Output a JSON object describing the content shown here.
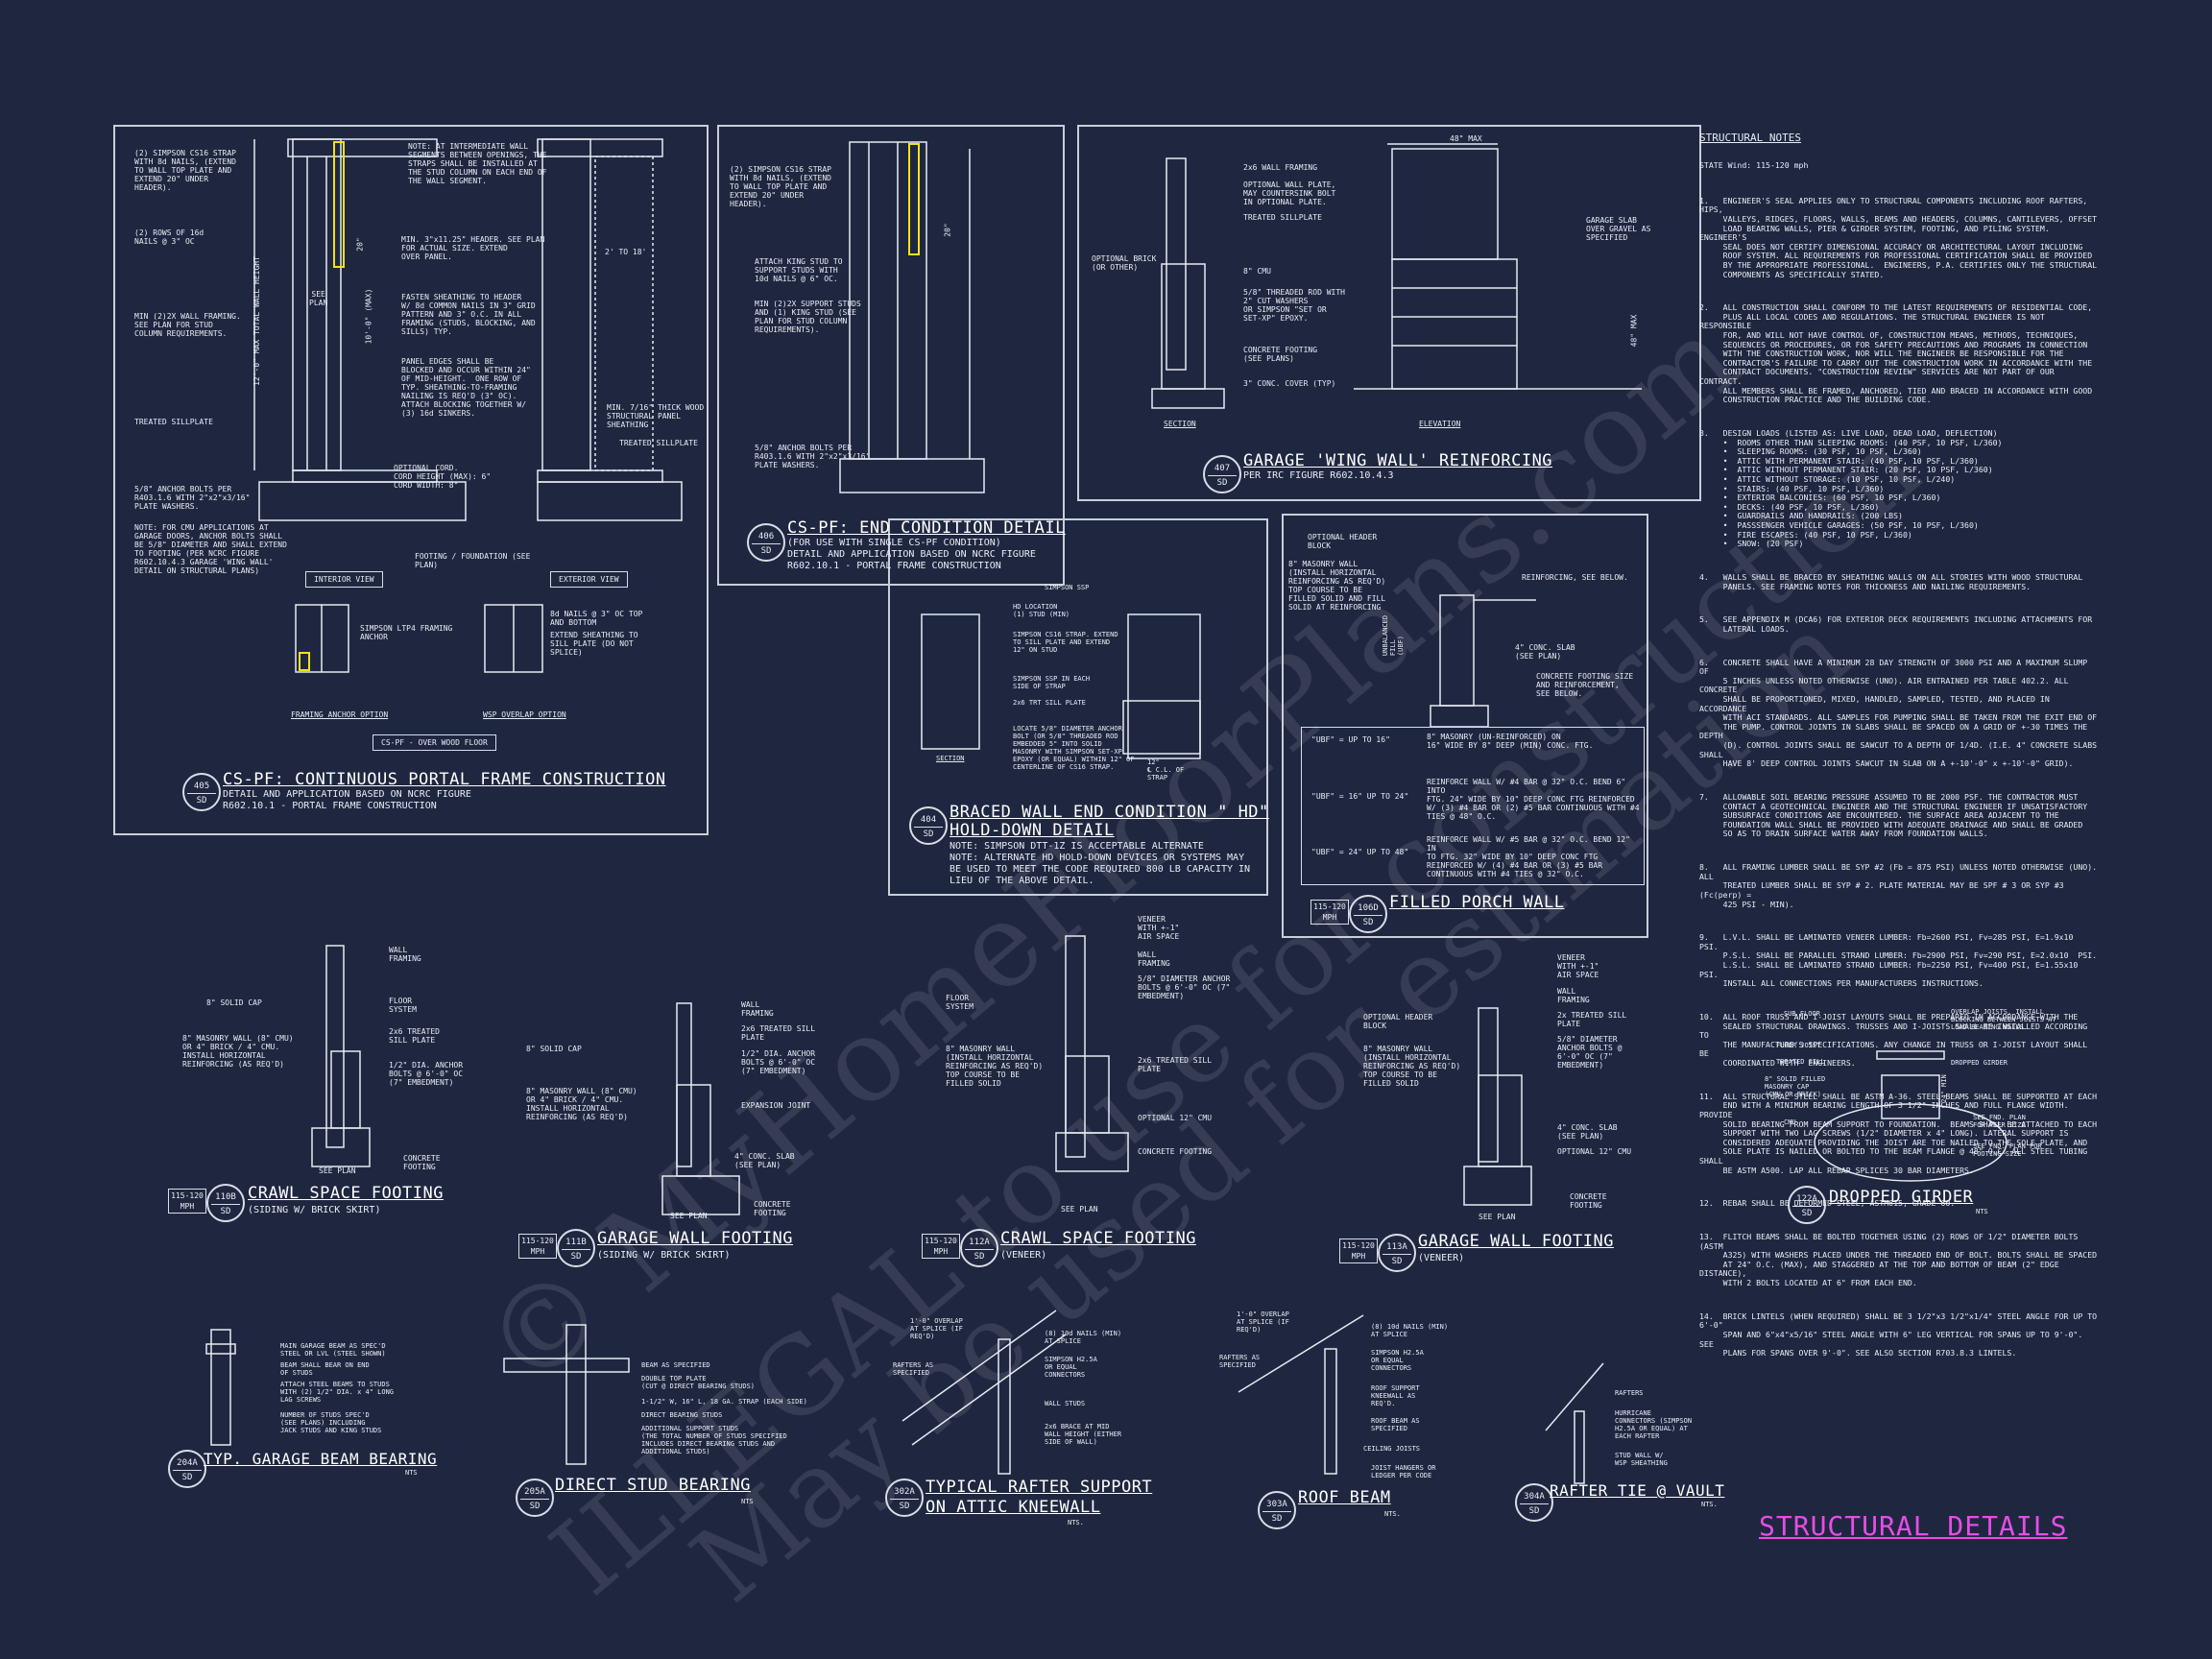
{
  "watermark": [
    "© MyHomeFloorPlans.com",
    "ILLEGAL to use for construction",
    "May be used for estimation"
  ],
  "sheet_title": "STRUCTURAL DETAILS",
  "notes": {
    "heading": "STRUCTURAL NOTES",
    "state": "STATE Wind: 115-120 mph",
    "items": [
      "1.   ENGINEER'S SEAL APPLIES ONLY TO STRUCTURAL COMPONENTS INCLUDING ROOF RAFTERS, HIPS,\n     VALLEYS, RIDGES, FLOORS, WALLS, BEAMS AND HEADERS, COLUMNS, CANTILEVERS, OFFSET\n     LOAD BEARING WALLS, PIER & GIRDER SYSTEM, FOOTING, AND PILING SYSTEM.  ENGINEER'S\n     SEAL DOES NOT CERTIFY DIMENSIONAL ACCURACY OR ARCHITECTURAL LAYOUT INCLUDING\n     ROOF SYSTEM. ALL REQUIREMENTS FOR PROFESSIONAL CERTIFICATION SHALL BE PROVIDED\n     BY THE APPROPRIATE PROFESSIONAL.  ENGINEERS, P.A. CERTIFIES ONLY THE STRUCTURAL\n     COMPONENTS AS SPECIFICALLY STATED.",
      "2.   ALL CONSTRUCTION SHALL CONFORM TO THE LATEST REQUIREMENTS OF RESIDENTIAL CODE,\n     PLUS ALL LOCAL CODES AND REGULATIONS. THE STRUCTURAL ENGINEER IS NOT RESPONSIBLE\n     FOR, AND WILL NOT HAVE CONTROL OF, CONSTRUCTION MEANS, METHODS, TECHNIQUES,\n     SEQUENCES OR PROCEDURES, OR FOR SAFETY PRECAUTIONS AND PROGRAMS IN CONNECTION\n     WITH THE CONSTRUCTION WORK, NOR WILL THE ENGINEER BE RESPONSIBLE FOR THE\n     CONTRACTOR'S FAILURE TO CARRY OUT THE CONSTRUCTION WORK IN ACCORDANCE WITH THE\n     CONTRACT DOCUMENTS. \"CONSTRUCTION REVIEW\" SERVICES ARE NOT PART OF OUR CONTRACT.\n     ALL MEMBERS SHALL BE FRAMED, ANCHORED, TIED AND BRACED IN ACCORDANCE WITH GOOD\n     CONSTRUCTION PRACTICE AND THE BUILDING CODE.",
      "3.   DESIGN LOADS (LISTED AS: LIVE LOAD, DEAD LOAD, DEFLECTION)\n     •  ROOMS OTHER THAN SLEEPING ROOMS: (40 PSF, 10 PSF, L/360)\n     •  SLEEPING ROOMS: (30 PSF, 10 PSF, L/360)\n     •  ATTIC WITH PERMANENT STAIR: (40 PSF, 10 PSF, L/360)\n     •  ATTIC WITHOUT PERMANENT STAIR: (20 PSF, 10 PSF, L/360)\n     •  ATTIC WITHOUT STORAGE: (10 PSF, 10 PSF, L/240)\n     •  STAIRS: (40 PSF, 10 PSF, L/360)\n     •  EXTERIOR BALCONIES: (60 PSF, 10 PSF, L/360)\n     •  DECKS: (40 PSF, 10 PSF, L/360)\n     •  GUARDRAILS AND HANDRAILS: (200 LBS)\n     •  PASSSENGER VEHICLE GARAGES: (50 PSF, 10 PSF, L/360)\n     •  FIRE ESCAPES: (40 PSF, 10 PSF, L/360)\n     •  SNOW: (20 PSF)",
      "4.   WALLS SHALL BE BRACED BY SHEATHING WALLS ON ALL STORIES WITH WOOD STRUCTURAL\n     PANELS. SEE FRAMING NOTES FOR THICKNESS AND NAILING REQUIREMENTS.",
      "5.   SEE APPENDIX M (DCA6) FOR EXTERIOR DECK REQUIREMENTS INCLUDING ATTACHMENTS FOR\n     LATERAL LOADS.",
      "6.   CONCRETE SHALL HAVE A MINIMUM 28 DAY STRENGTH OF 3000 PSI AND A MAXIMUM SLUMP OF\n     5 INCHES UNLESS NOTED OTHERWISE (UNO). AIR ENTRAINED PER TABLE 402.2. ALL CONCRETE\n     SHALL BE PROPORTIONED, MIXED, HANDLED, SAMPLED, TESTED, AND PLACED IN ACCORDANCE\n     WITH ACI STANDARDS. ALL SAMPLES FOR PUMPING SHALL BE TAKEN FROM THE EXIT END OF\n     THE PUMP. CONTROL JOINTS IN SLABS SHALL BE SPACED ON A GRID OF +-30 TIMES THE DEPTH\n     (D). CONTROL JOINTS SHALL BE SAWCUT TO A DEPTH OF 1/4D. (I.E. 4\" CONCRETE SLABS SHALL\n     HAVE 8' DEEP CONTROL JOINTS SAWCUT IN SLAB ON A +-10'-0\" x +-10'-0\" GRID).",
      "7.   ALLOWABLE SOIL BEARING PRESSURE ASSUMED TO BE 2000 PSF. THE CONTRACTOR MUST\n     CONTACT A GEOTECHNICAL ENGINEER AND THE STRUCTURAL ENGINEER IF UNSATISFACTORY\n     SUBSURFACE CONDITIONS ARE ENCOUNTERED. THE SURFACE AREA ADJACENT TO THE\n     FOUNDATION WALL SHALL BE PROVIDED WITH ADEQUATE DRAINAGE AND SHALL BE GRADED\n     SO AS TO DRAIN SURFACE WATER AWAY FROM FOUNDATION WALLS.",
      "8.   ALL FRAMING LUMBER SHALL BE SYP #2 (Fb = 875 PSI) UNLESS NOTED OTHERWISE (UNO). ALL\n     TREATED LUMBER SHALL BE SYP # 2. PLATE MATERIAL MAY BE SPF # 3 OR SYP #3 (Fc(perp) =\n     425 PSI - MIN).",
      "9.   L.V.L. SHALL BE LAMINATED VENEER LUMBER: Fb=2600 PSI, Fv=285 PSI, E=1.9x10  PSI.\n     P.S.L. SHALL BE PARALLEL STRAND LUMBER: Fb=2900 PSI, Fv=290 PSI, E=2.0x10  PSI.\n     L.S.L. SHALL BE LAMINATED STRAND LUMBER: Fb=2250 PSI, Fv=400 PSI, E=1.55x10  PSI.\n     INSTALL ALL CONNECTIONS PER MANUFACTURERS INSTRUCTIONS.",
      "10.  ALL ROOF TRUSS AND I-JOIST LAYOUTS SHALL BE PREPARED IN ACCORDANCE WITH THE\n     SEALED STRUCTURAL DRAWINGS. TRUSSES AND I-JOISTS SHALL BE INSTALLED ACCORDING TO\n     THE MANUFACTURE'S SPECIFICATIONS. ANY CHANGE IN TRUSS OR I-JOIST LAYOUT SHALL BE\n     COORDINATED WITH  ENGINEERS.",
      "11.  ALL STRUCTURAL STEEL SHALL BE ASTM A-36. STEEL BEAMS SHALL BE SUPPORTED AT EACH\n     END WITH A MINIMUM BEARING LENGTH OF 3 1/2\" INCHES AND FULL FLANGE WIDTH. PROVIDE\n     SOLID BEARING FROM BEAM SUPPORT TO FOUNDATION.  BEAMS SHALL BE ATTACHED TO EACH\n     SUPPORT WITH TWO LAG SCREWS (1/2\" DIAMETER x 4\" LONG). LATERAL SUPPORT IS\n     CONSIDERED ADEQUATE PROVIDING THE JOIST ARE TOE NAILED TO THE SOLE PLATE, AND\n     SOLE PLATE IS NAILED OR BOLTED TO THE BEAM FLANGE @ 48\" O.C. ALL STEEL TUBING SHALL\n     BE ASTM A500. LAP ALL REBAR SPLICES 30 BAR DIAMETERS.",
      "12.  REBAR SHALL BE DEFORMED STEEL, ASTM615, GRADE 60.",
      "13.  FLITCH BEAMS SHALL BE BOLTED TOGETHER USING (2) ROWS OF 1/2\" DIAMETER BOLTS (ASTM\n     A325) WITH WASHERS PLACED UNDER THE THREADED END OF BOLT. BOLTS SHALL BE SPACED\n     AT 24\" O.C. (MAX), AND STAGGERED AT THE TOP AND BOTTOM OF BEAM (2\" EDGE DISTANCE),\n     WITH 2 BOLTS LOCATED AT 6\" FROM EACH END.",
      "14.  BRICK LINTELS (WHEN REQUIRED) SHALL BE 3 1/2\"x3 1/2\"x1/4\" STEEL ANGLE FOR UP TO 6'-0\"\n     SPAN AND 6\"x4\"x5/16\" STEEL ANGLE WITH 6\" LEG VERTICAL FOR SPANS UP TO 9'-0\". SEE\n     PLANS FOR SPANS OVER 9'-0\". SEE ALSO SECTION R703.8.3 LINTELS."
    ]
  },
  "details": {
    "d405": {
      "tag_top": "405",
      "tag_bot": "SD",
      "title": "CS-PF: CONTINUOUS PORTAL FRAME CONSTRUCTION",
      "sub": "DETAIL AND APPLICATION BASED ON NCRC FIGURE\nR602.10.1 - PORTAL FRAME CONSTRUCTION",
      "labels": {
        "strap": "(2) SIMPSON CS16 STRAP\nWITH 8d NAILS, (EXTEND\nTO WALL TOP PLATE AND\nEXTEND 20\" UNDER\nHEADER).",
        "rows": "(2) ROWS OF 16d\nNAILS @ 3\" OC",
        "min2x": "MIN (2)2X WALL FRAMING.\nSEE PLAN FOR STUD\nCOLUMN REQUIREMENTS.",
        "treated": "TREATED SILLPLATE",
        "note_cmu": "NOTE: FOR CMU APPLICATIONS AT\nGARAGE DOORS, ANCHOR BOLTS SHALL\nBE 5/8\" DIAMETER AND SHALL EXTEND\nTO FOOTING (PER NCRC FIGURE\nR602.10.4.3 GARAGE 'WING WALL'\nDETAIL ON STRUCTURAL PLANS)",
        "anchor": "5/8\" ANCHOR BOLTS PER\nR403.1.6 WITH 2\"x2\"x3/16\"\nPLATE WASHERS.",
        "note_int": "NOTE: AT INTERMEDIATE WALL\nSEGMENTS BETWEEN OPENINGS, THE\nSTRAPS SHALL BE INSTALLED AT\nTHE STUD COLUMN ON EACH END OF\nTHE WALL SEGMENT.",
        "header": "MIN. 3\"x11.25\" HEADER. SEE PLAN\nFOR ACTUAL SIZE. EXTEND\nOVER PANEL.",
        "fasten": "FASTEN SHEATHING TO HEADER\nW/ 8d COMMON NAILS IN 3\" GRID\nPATTERN AND 3\" O.C. IN ALL\nFRAMING (STUDS, BLOCKING, AND\nSILLS) TYP.",
        "panel": "PANEL EDGES SHALL BE\nBLOCKED AND OCCUR WITHIN 24\"\nOF MID-HEIGHT.  ONE ROW OF\nTYP. SHEATHING-TO-FRAMING\nNAILING IS REQ'D (3\" OC).\nATTACH BLOCKING TOGETHER W/\n(3) 16d SINKERS.",
        "min716": "MIN. 7/16\" THICK WOOD\nSTRUCTURAL PANEL\nSHEATHING",
        "treated2": "TREATED SILLPLATE",
        "cord": "OPTIONAL CORD.\nCORD HEIGHT (MAX): 6\"\nCORD WIDTH: 8\"",
        "footing": "FOOTING / FOUNDATION (SEE\nPLAN)",
        "twoto18": "2' TO 18'",
        "see_plan": "SEE\nPLAN",
        "height": "12'-0\" MAX TOTAL WALL HEIGHT",
        "tenmax": "10'-0\" (MAX)",
        "twenty": "20\"",
        "interior": "INTERIOR VIEW",
        "exterior": "EXTERIOR VIEW",
        "ltp4": "SIMPSON LTP4 FRAMING\nANCHOR",
        "nails8d": "8d NAILS @ 3\" OC TOP\nAND BOTTOM",
        "extend": "EXTEND SHEATHING TO\nSILL PLATE (DO NOT\nSPLICE)",
        "fao": "FRAMING ANCHOR OPTION",
        "wsp": "WSP OVERLAP OPTION",
        "over": "CS-PF - OVER WOOD FLOOR"
      }
    },
    "d406": {
      "tag_top": "406",
      "tag_bot": "SD",
      "title": "CS-PF: END CONDITION DETAIL",
      "sub": "(FOR USE WITH SINGLE CS-PF CONDITION)\nDETAIL AND APPLICATION BASED ON NCRC FIGURE\nR602.10.1 - PORTAL FRAME CONSTRUCTION",
      "labels": {
        "strap": "(2) SIMPSON CS16 STRAP\nWITH 8d NAILS, (EXTEND\nTO WALL TOP PLATE AND\nEXTEND 20\" UNDER\nHEADER).",
        "attach": "ATTACH KING STUD TO\nSUPPORT STUDS WITH\n10d NAILS @ 6\" OC.",
        "min2x": "MIN (2)2X SUPPORT STUDS\nAND (1) KING STUD (SEE\nPLAN FOR STUD COLUMN\nREQUIREMENTS).",
        "anchor": "5/8\" ANCHOR BOLTS PER\nR403.1.6 WITH 2\"x2\"x3/16\"\nPLATE WASHERS.",
        "twenty": "20\""
      }
    },
    "d407": {
      "tag_top": "407",
      "tag_bot": "SD",
      "title": "GARAGE 'WING WALL' REINFORCING",
      "sub": "PER IRC FIGURE R602.10.4.3",
      "labels": {
        "framing": "2x6 WALL FRAMING",
        "opt_plate": "OPTIONAL WALL PLATE,\nMAY COUNTERSINK BOLT\nIN OPTIONAL PLATE.",
        "treated": "TREATED SILLPLATE",
        "brick": "OPTIONAL BRICK\n(OR OTHER)",
        "cmu": "8\" CMU",
        "rod": "5/8\" THREADED ROD WITH\n2\" CUT WASHERS\nOR SIMPSON \"SET OR\nSET-XP\" EPOXY.",
        "footing": "CONCRETE FOOTING\n(SEE PLANS)",
        "cover": "3\" CONC. COVER (TYP)",
        "slab": "GARAGE SLAB\nOVER GRAVEL AS\nSPECIFIED",
        "max48": "48\" MAX",
        "max48v": "48\" MAX",
        "section": "SECTION",
        "elevation": "ELEVATION"
      }
    },
    "d404": {
      "tag_top": "404",
      "tag_bot": "SD",
      "title": "BRACED WALL END CONDITION \" HD\"",
      "title2": "HOLD-DOWN DETAIL",
      "sub": "NOTE: SIMPSON DTT-1Z IS ACCEPTABLE ALTERNATE\nNOTE: ALTERNATE HD HOLD-DOWN DEVICES OR SYSTEMS MAY\nBE USED TO MEET THE CODE REQUIRED 800 LB CAPACITY IN\nLIEU OF THE ABOVE DETAIL.",
      "labels": {
        "ssp": "SIMPSON SSP",
        "hd": "HD LOCATION\n(1) STUD (MIN)",
        "cs16": "SIMPSON CS16 STRAP. EXTEND\nTO SILL PLATE AND EXTEND\n12\" ON STUD",
        "ssp2": "SIMPSON SSP IN EACH\nSIDE OF STRAP",
        "sill": "2x6 TRT SILL PLATE",
        "locate": "LOCATE 5/8\" DIAMETER ANCHOR\nBOLT (OR 5/8\" THREADED ROD\nEMBEDDED 5\" INTO SOLID\nMASONRY WITH SIMPSON SET-XP\nEPOXY (OR EQUAL) WITHIN 12\" OF\nCENTERLINE OF CS16 STRAP.",
        "section": "SECTION",
        "cl": "12\"\n℄ C.L. OF\nSTRAP"
      }
    },
    "d106": {
      "mph": "115-120\nMPH",
      "tag_top": "106D",
      "tag_bot": "SD",
      "title": "FILLED PORCH WALL",
      "labels": {
        "header": "OPTIONAL HEADER\nBLOCK",
        "masonry": "8\" MASONRY WALL\n(INSTALL HORIZONTAL\nREINFORCING AS REQ'D)\nTOP COURSE TO BE\nFILLED SOLID AND FILL\nSOLID AT REINFORCING",
        "reinf": "REINFORCING, SEE BELOW.",
        "slab": "4\" CONC. SLAB\n(SEE PLAN)",
        "ftg": "CONCRETE FOOTING SIZE\nAND REINFORCEMENT,\nSEE BELOW.",
        "unbal": "UNBALANCED\nFILL\n(UBF)",
        "rows": [
          [
            "\"UBF\" = UP TO 16\"",
            "8\" MASONRY (UN-REINFORCED) ON\n16\" WIDE BY 8\" DEEP (MIN) CONC. FTG."
          ],
          [
            "\"UBF\" = 16\" UP TO 24\"",
            "REINFORCE WALL W/ #4 BAR @ 32\" O.C. BEND 6\" INTO\nFTG. 24\" WIDE BY 10\" DEEP CONC FTG REINFORCED\nW/ (3) #4 BAR OR (2) #5 BAR CONTINUOUS WITH #4\nTIES @ 48\" O.C."
          ],
          [
            "\"UBF\" = 24\" UP TO 48\"",
            "REINFORCE WALL W/ #5 BAR @ 32\" O.C. BEND 12\" IN\nTO FTG. 32\" WIDE BY 10\" DEEP CONC FTG\nREINFORCED W/ (4) #4 BAR OR (3) #5 BAR\nCONTINUOUS WITH #4 TIES @ 32\" O.C."
          ]
        ]
      }
    },
    "d110B": {
      "mph": "115-120\nMPH",
      "tag_top": "110B",
      "tag_bot": "SD",
      "title": "CRAWL SPACE FOOTING",
      "sub": "(SIDING W/ BRICK SKIRT)",
      "labels": {
        "cap": "8\" SOLID CAP",
        "masonry": "8\" MASONRY WALL (8\" CMU)\nOR 4\" BRICK / 4\" CMU.\nINSTALL HORIZONTAL\nREINFORCING (AS REQ'D)",
        "wall": "WALL\nFRAMING",
        "floor": "FLOOR\nSYSTEM",
        "treated": "2x6 TREATED\nSILL PLATE",
        "anchor": "1/2\" DIA. ANCHOR\nBOLTS @ 6'-0\" OC\n(7\" EMBEDMENT)",
        "footing": "CONCRETE\nFOOTING",
        "see": "SEE PLAN"
      }
    },
    "d111B": {
      "mph": "115-120\nMPH",
      "tag_top": "111B",
      "tag_bot": "SD",
      "title": "GARAGE WALL FOOTING",
      "sub": "(SIDING W/ BRICK SKIRT)",
      "labels": {
        "cap": "8\" SOLID CAP",
        "masonry": "8\" MASONRY WALL (8\" CMU)\nOR 4\" BRICK / 4\" CMU.\nINSTALL HORIZONTAL\nREINFORCING (AS REQ'D)",
        "wall": "WALL\nFRAMING",
        "treated": "2x6 TREATED SILL\nPLATE",
        "anchor": "1/2\" DIA. ANCHOR\nBOLTS @ 6'-0\" OC\n(7\" EMBEDMENT)",
        "exp": "EXPANSION JOINT",
        "slab": "4\" CONC. SLAB\n(SEE PLAN)",
        "footing": "CONCRETE\nFOOTING",
        "see": "SEE PLAN"
      }
    },
    "d112A": {
      "mph": "115-120\nMPH",
      "tag_top": "112A",
      "tag_bot": "SD",
      "title": "CRAWL SPACE FOOTING",
      "sub": "(VENEER)",
      "labels": {
        "veneer": "VENEER\nWITH +-1\"\nAIR SPACE",
        "wall": "WALL\nFRAMING",
        "anchor": "5/8\" DIAMETER ANCHOR\nBOLTS @ 6'-0\" OC (7\"\nEMBEDMENT)",
        "floor": "FLOOR\nSYSTEM",
        "masonry": "8\" MASONRY WALL\n(INSTALL HORIZONTAL\nREINFORCING AS REQ'D)\nTOP COURSE TO BE\nFILLED SOLID",
        "treated": "2x6 TREATED SILL\nPLATE",
        "cmu": "OPTIONAL 12\" CMU",
        "footing": "CONCRETE FOOTING",
        "see": "SEE PLAN"
      }
    },
    "d113A": {
      "mph": "115-120\nMPH",
      "tag_top": "113A",
      "tag_bot": "SD",
      "title": "GARAGE WALL FOOTING",
      "sub": "(VENEER)",
      "labels": {
        "header": "OPTIONAL HEADER\nBLOCK",
        "masonry": "8\" MASONRY WALL\n(INSTALL HORIZONTAL\nREINFORCING AS REQ'D)\nTOP COURSE TO BE\nFILLED SOLID",
        "veneer": "VENEER\nWITH +-1\"\nAIR SPACE",
        "wall": "WALL\nFRAMING",
        "treated": "2x TREATED SILL\nPLATE",
        "anchor": "5/8\" DIAMETER\nANCHOR BOLTS @\n6'-0\" OC (7\"\nEMBEDMENT)",
        "slab": "4\" CONC. SLAB\n(SEE PLAN)",
        "cmu": "OPTIONAL 12\" CMU",
        "footing": "CONCRETE\nFOOTING",
        "see": "SEE PLAN"
      }
    },
    "d122A": {
      "tag_top": "122A",
      "tag_bot": "SD",
      "title": "DROPPED GIRDER",
      "nts": "NTS",
      "labels": {
        "sub": "SUB FLOOR",
        "overlap": "OVERLAP JOISTS, INSTALL\nBLOCKING BETWEEN JOISTS AT\nLOAD BEARING WALLS.",
        "joist": "FLOOR JOIST",
        "sill": "TREATED SILL",
        "dropped": "DROPPED GIRDER",
        "solid": "8\" SOLID FILLED\nMASONRY CAP\n(CMU OR BRICK)",
        "cmu": "CMU",
        "pier": "SEE FND. PLAN\nFOR PIER SIZE",
        "ftg": "SEE FND. PLAN FOR\nFOOTING SIZE",
        "min24": "24\" MIN"
      }
    },
    "d204A": {
      "tag_top": "204A",
      "tag_bot": "SD",
      "title": "TYP. GARAGE BEAM BEARING",
      "nts": "NTS",
      "labels": {
        "main": "MAIN GARAGE BEAM AS SPEC'D\nSTEEL OR LVL (STEEL SHOWN)",
        "bear": "BEAM SHALL BEAR ON END\nOF STUDS",
        "attach": "ATTACH STEEL BEAMS TO STUDS\nWITH (2) 1/2\" DIA. x 4\" LONG\nLAG SCREWS",
        "number": "NUMBER OF STUDS SPEC'D\n(SEE PLANS) INCLUDING\nJACK STUDS AND KING STUDS"
      }
    },
    "d205A": {
      "tag_top": "205A",
      "tag_bot": "SD",
      "title": "DIRECT STUD BEARING",
      "nts": "NTS",
      "labels": {
        "beam": "BEAM AS SPECIFIED",
        "dtp": "DOUBLE TOP PLATE\n(CUT @ DIRECT BEARING STUDS)",
        "strap": "1-1/2\" W, 16\" L, 18 GA. STRAP (EACH SIDE)",
        "direct": "DIRECT BEARING STUDS",
        "add": "ADDITIONAL SUPPORT STUDS\n(THE TOTAL NUMBER OF STUDS SPECIFIED\nINCLUDES DIRECT BEARING STUDS AND\nADDITIONAL STUDS)"
      }
    },
    "d302A": {
      "tag_top": "302A",
      "tag_bot": "SD",
      "title": "TYPICAL RAFTER SUPPORT",
      "title2": "ON ATTIC KNEEWALL",
      "nts": "NTS.",
      "labels": {
        "overlap": "1'-0\" OVERLAP\nAT SPLICE (IF\nREQ'D)",
        "rafters": "RAFTERS AS\nSPECIFIED",
        "nails": "(8) 10d NAILS (MIN)\nAT SPLICE",
        "h2": "SIMPSON H2.5A\nOR EQUAL\nCONNECTORS",
        "wall": "WALL STUDS",
        "brace": "2x6 BRACE AT MID\nWALL HEIGHT (EITHER\nSIDE OF WALL)"
      }
    },
    "d303A": {
      "tag_top": "303A",
      "tag_bot": "SD",
      "title": "ROOF BEAM",
      "nts": "NTS.",
      "labels": {
        "overlap": "1'-0\" OVERLAP\nAT SPLICE (IF\nREQ'D)",
        "rafters": "RAFTERS AS\nSPECIFIED",
        "nails": "(8) 10d NAILS (MIN)\nAT SPLICE",
        "h2": "SIMPSON H2.5A\nOR EQUAL\nCONNECTORS",
        "roof": "ROOF SUPPORT\nKNEEWALL AS\nREQ'D.",
        "beam": "ROOF BEAM AS\nSPECIFIED",
        "ceiling": "CEILING JOISTS",
        "hangers": "JOIST HANGERS OR\nLEDGER PER CODE"
      }
    },
    "d304A": {
      "tag_top": "304A",
      "tag_bot": "SD",
      "title": "RAFTER TIE @ VAULT",
      "nts": "NTS.",
      "labels": {
        "rafters": "RAFTERS",
        "hurricane": "HURRICANE\nCONNECTORS (SIMPSON\nH2.5A OR EQUAL) AT\nEACH RAFTER",
        "stud": "STUD WALL W/\nWSP SHEATHING"
      }
    }
  }
}
